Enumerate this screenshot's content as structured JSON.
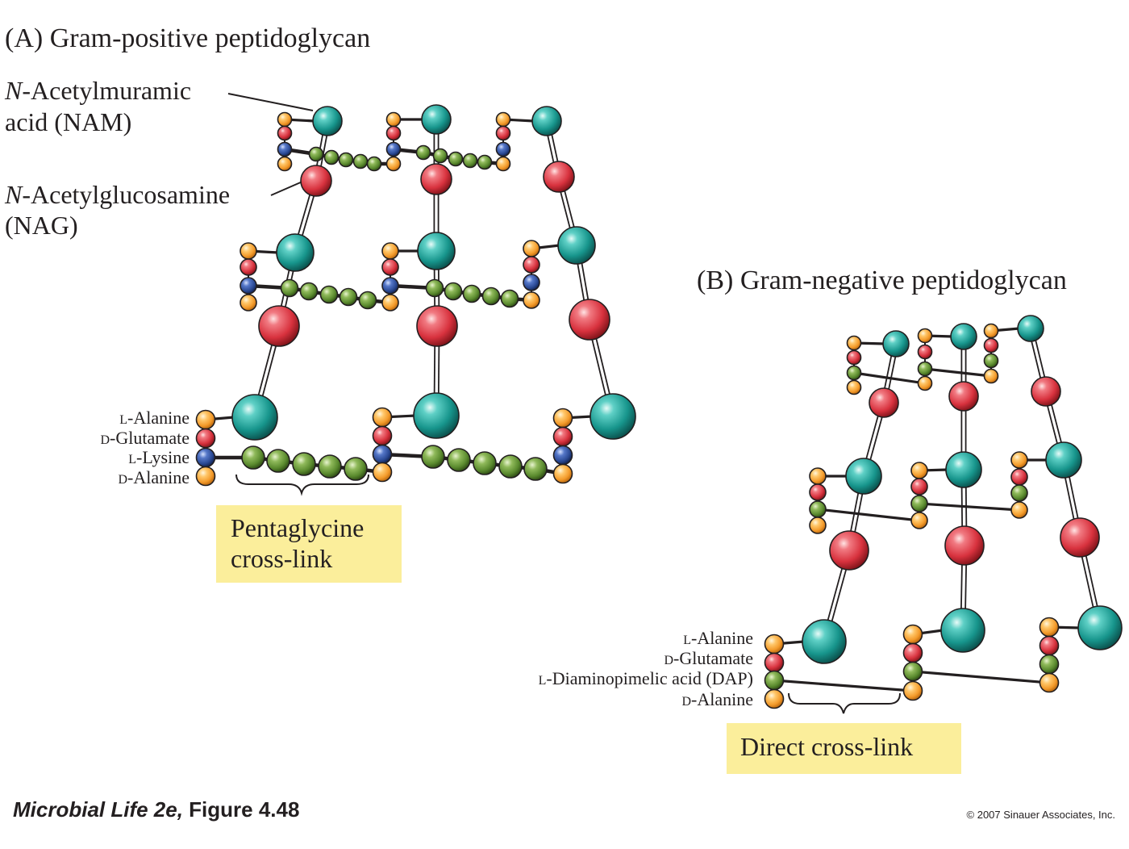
{
  "panel_a": {
    "title": "(A)  Gram-positive peptidoglycan",
    "nam_prefix": "N",
    "nam_line1": "-Acetylmuramic",
    "nam_line2": "acid (NAM)",
    "nag_prefix": "N",
    "nag_line1": "-Acetylglucosamine",
    "nag_line2": "(NAG)",
    "residues": [
      {
        "prefix": "L",
        "name": "-Alanine"
      },
      {
        "prefix": "D",
        "name": "-Glutamate"
      },
      {
        "prefix": "L",
        "name": "-Lysine"
      },
      {
        "prefix": "D",
        "name": "-Alanine"
      }
    ],
    "crosslink_line1": "Pentaglycine",
    "crosslink_line2": "cross-link"
  },
  "panel_b": {
    "title": "(B)  Gram-negative peptidoglycan",
    "residues": [
      {
        "prefix": "L",
        "name": "-Alanine"
      },
      {
        "prefix": "D",
        "name": "-Glutamate"
      },
      {
        "prefix": "L",
        "name": "-Diaminopimelic acid (DAP)"
      },
      {
        "prefix": "D",
        "name": "-Alanine"
      }
    ],
    "crosslink": "Direct cross-link"
  },
  "footer": {
    "title_italic": "Microbial Life 2e,",
    "title_rest": " Figure 4.48",
    "copyright": "© 2007 Sinauer Associates, Inc."
  },
  "colors": {
    "nam": "#17958c",
    "nag": "#d83a44",
    "alanine": "#f4a23c",
    "glutamate": "#d83a44",
    "lysine": "#2d4f9a",
    "dap": "#5b8a2e",
    "glycine": "#5b8a2e",
    "callout_box": "#fbee9b"
  }
}
